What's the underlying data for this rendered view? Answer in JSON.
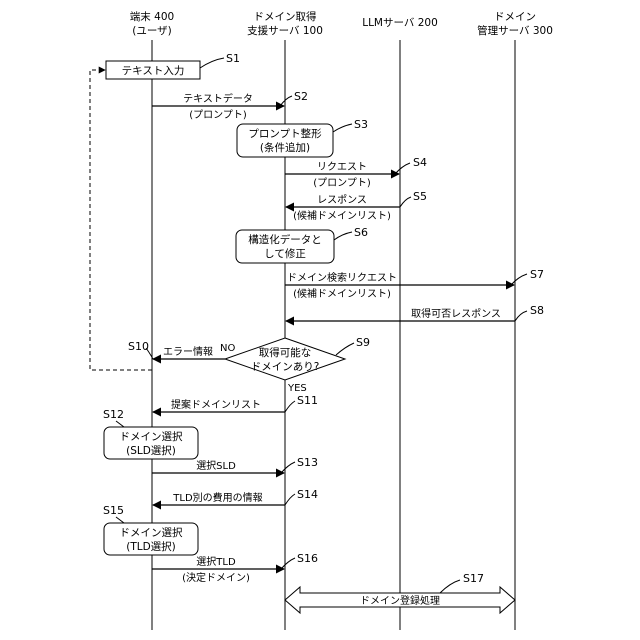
{
  "lanes": {
    "terminal": {
      "line1": "端末 400",
      "line2": "(ユーザ)"
    },
    "server": {
      "line1": "ドメイン取得",
      "line2": "支援サーバ 100"
    },
    "llm": {
      "line1": "LLMサーバ 200"
    },
    "registrar": {
      "line1": "ドメイン",
      "line2": "管理サーバ 300"
    }
  },
  "steps": {
    "s1": {
      "id": "S1",
      "box": "テキスト入力"
    },
    "s2": {
      "id": "S2",
      "line1": "テキストデータ",
      "line2": "(プロンプト)"
    },
    "s3": {
      "id": "S3",
      "box1": "プロンプト整形",
      "box2": "(条件追加)"
    },
    "s4": {
      "id": "S4",
      "line1": "リクエスト",
      "line2": "(プロンプト)"
    },
    "s5": {
      "id": "S5",
      "line1": "レスポンス",
      "line2": "(候補ドメインリスト)"
    },
    "s6": {
      "id": "S6",
      "box1": "構造化データと",
      "box2": "して修正"
    },
    "s7": {
      "id": "S7",
      "line1": "ドメイン検索リクエスト",
      "line2": "(候補ドメインリスト)"
    },
    "s8": {
      "id": "S8",
      "line1": "取得可否レスポンス"
    },
    "s9": {
      "id": "S9",
      "box1": "取得可能な",
      "box2": "ドメインあり?",
      "no": "NO",
      "yes": "YES"
    },
    "s10": {
      "id": "S10",
      "line1": "エラー情報"
    },
    "s11": {
      "id": "S11",
      "line1": "提案ドメインリスト"
    },
    "s12": {
      "id": "S12",
      "box1": "ドメイン選択",
      "box2": "(SLD選択)"
    },
    "s13": {
      "id": "S13",
      "line1": "選択SLD"
    },
    "s14": {
      "id": "S14",
      "line1": "TLD別の費用の情報"
    },
    "s15": {
      "id": "S15",
      "box1": "ドメイン選択",
      "box2": "(TLD選択)"
    },
    "s16": {
      "id": "S16",
      "line1": "選択TLD",
      "line2": "(決定ドメイン)"
    },
    "s17": {
      "id": "S17",
      "line1": "ドメイン登録処理"
    }
  }
}
